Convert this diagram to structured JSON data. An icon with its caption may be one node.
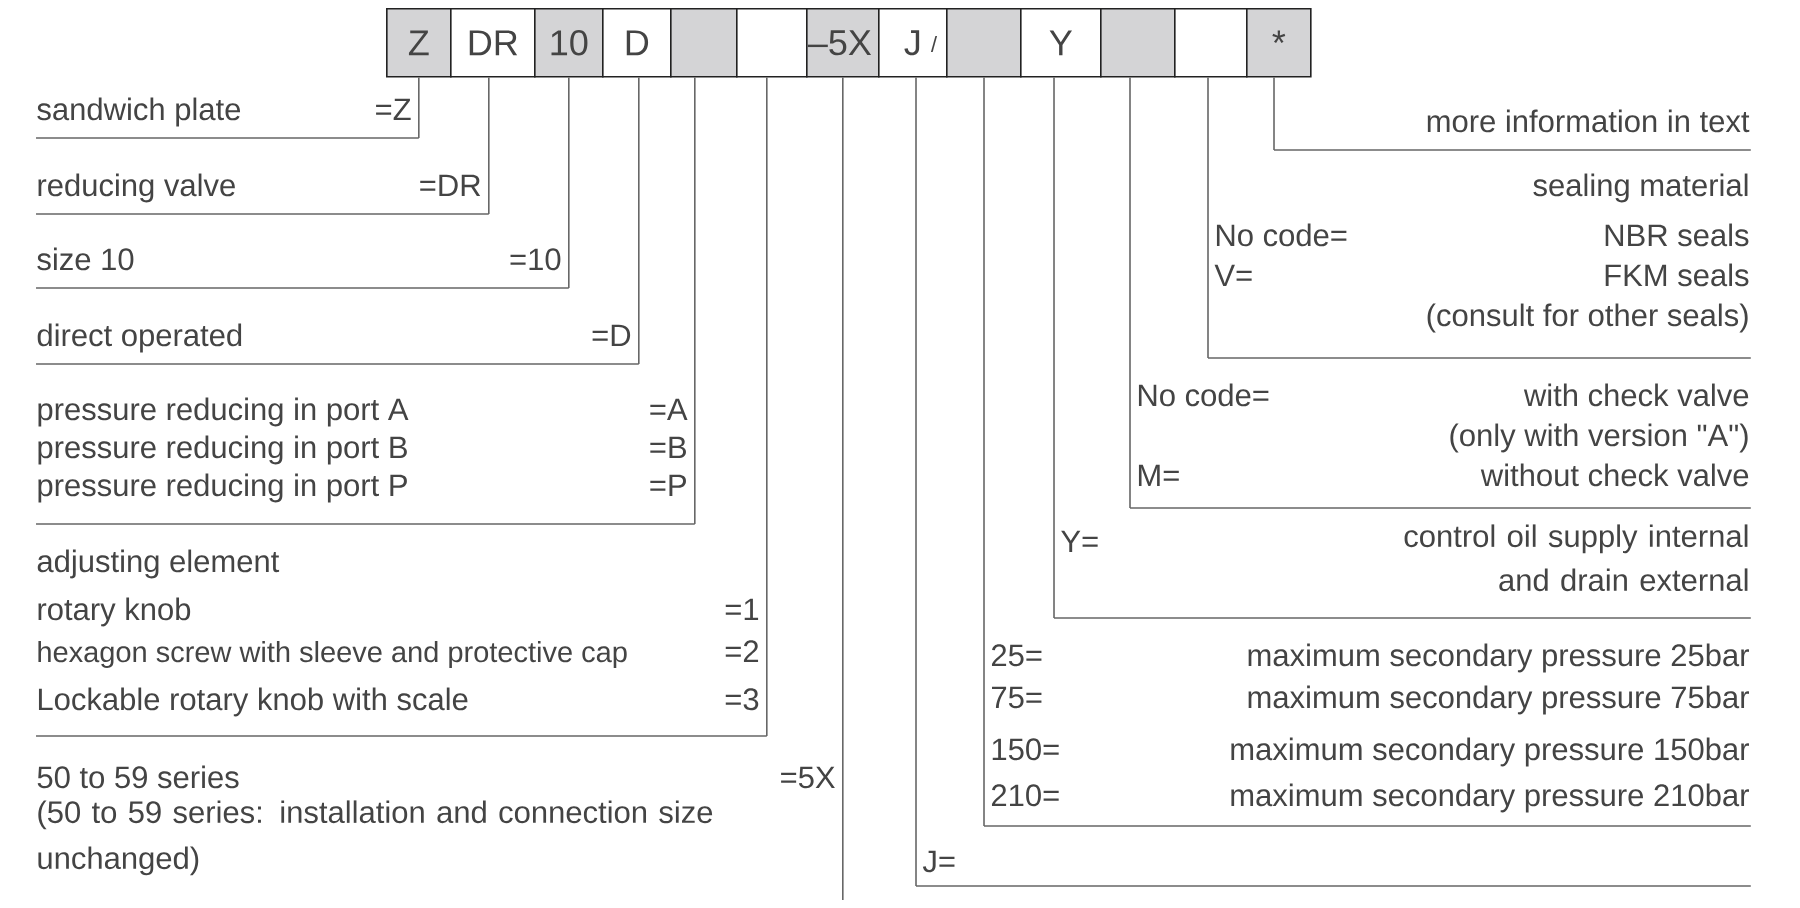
{
  "diagram": {
    "nodes": [
      {
        "text": [
          "Z"
        ]
      },
      {
        "text": [
          "DR"
        ]
      },
      {
        "text": [
          "10"
        ]
      },
      {
        "text": [
          "D"
        ]
      },
      {
        "text": [],
        "shape": "box"
      },
      {
        "text": [],
        "shape": "box"
      },
      {
        "text": [
          "–5X"
        ]
      },
      {
        "text": [
          "J"
        ]
      },
      {
        "text": [],
        "shape": "box"
      },
      {
        "text": [
          "Y"
        ]
      },
      {
        "text": [],
        "shape": "box"
      },
      {
        "text": [],
        "shape": "box"
      },
      {
        "text": [
          "*"
        ]
      },
      {
        "text": [
          "sandwich plate",
          "=Z"
        ]
      },
      {
        "text": [
          "reducing valve",
          "=DR"
        ]
      },
      {
        "text": [
          "size 10",
          "=10"
        ]
      },
      {
        "text": [
          "direct operated",
          "=D"
        ]
      },
      {
        "text": [
          "pressure reducing in port A",
          "=A",
          "pressure reducing in port B",
          "=B",
          "pressure reducing in port P",
          "=P"
        ]
      },
      {
        "text": [
          "adjusting element",
          "rotary knob",
          "=1",
          "hexagon screw with sleeve and protective cap",
          "=2",
          "Lockable rotary knob with scale",
          "=3"
        ]
      },
      {
        "text": [
          "50 to 59 series",
          "=5X",
          "(50 to 59 series: installation and connection size unchanged)"
        ]
      },
      {
        "text": [
          "more information in text"
        ]
      },
      {
        "text": [
          "sealing material",
          "No code=",
          "NBR seals",
          "V=",
          "FKM seals",
          "(consult for other seals)"
        ]
      },
      {
        "text": [
          "No code=",
          "with check valve",
          "(only with version \"A\")",
          "M=",
          "without check valve"
        ]
      },
      {
        "text": [
          "Y=",
          "control oil supply internal and drain external"
        ]
      },
      {
        "text": [
          "25=",
          "maximum secondary pressure 25bar",
          "75=",
          "maximum secondary pressure 75bar",
          "150=",
          "maximum secondary pressure 150bar",
          "210=",
          "maximum secondary pressure 210bar"
        ]
      },
      {
        "text": [
          "J="
        ]
      }
    ],
    "edges": [
      {
        "from": 0,
        "to": 13,
        "arrow": "none"
      },
      {
        "from": 1,
        "to": 14,
        "arrow": "none"
      },
      {
        "from": 2,
        "to": 15,
        "arrow": "none"
      },
      {
        "from": 3,
        "to": 16,
        "arrow": "none"
      },
      {
        "from": 4,
        "to": 17,
        "arrow": "none"
      },
      {
        "from": 5,
        "to": 18,
        "arrow": "none"
      },
      {
        "from": 6,
        "to": 19,
        "arrow": "none"
      },
      {
        "from": 12,
        "to": 20,
        "arrow": "none"
      },
      {
        "from": 11,
        "to": 21,
        "arrow": "none"
      },
      {
        "from": 10,
        "to": 22,
        "arrow": "none"
      },
      {
        "from": 9,
        "to": 23,
        "arrow": "none"
      },
      {
        "from": 8,
        "to": 24,
        "arrow": "none"
      },
      {
        "from": 7,
        "to": 25,
        "arrow": "none"
      }
    ],
    "labels": [
      "/"
    ]
  }
}
